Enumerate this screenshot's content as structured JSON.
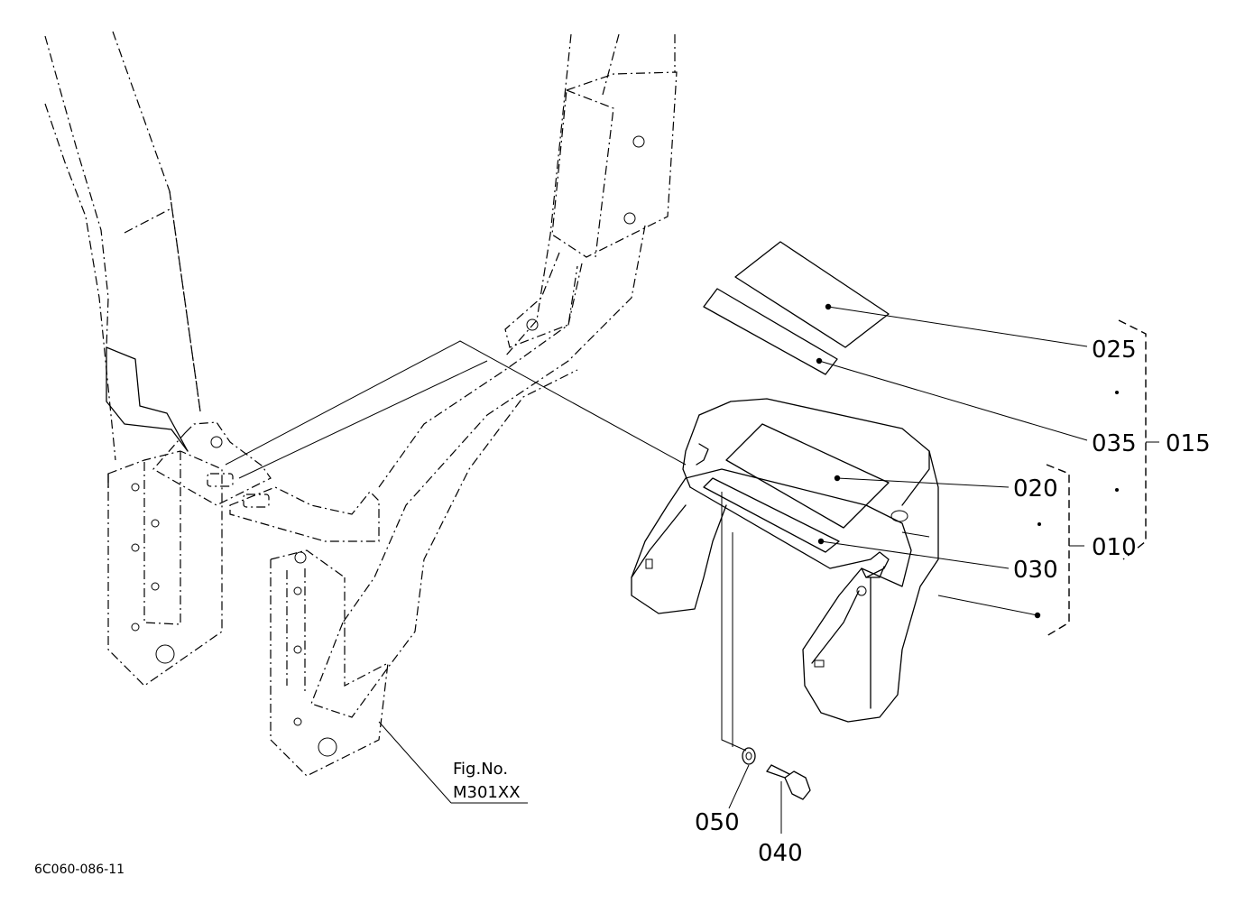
{
  "drawing_code": "6C060-086-11",
  "figure_reference": {
    "line1": "Fig.No.",
    "line2": "M301XX"
  },
  "part_labels": {
    "p010": "010",
    "p015": "015",
    "p020": "020",
    "p025": "025",
    "p030": "030",
    "p035": "035",
    "p040": "040",
    "p050": "050"
  }
}
